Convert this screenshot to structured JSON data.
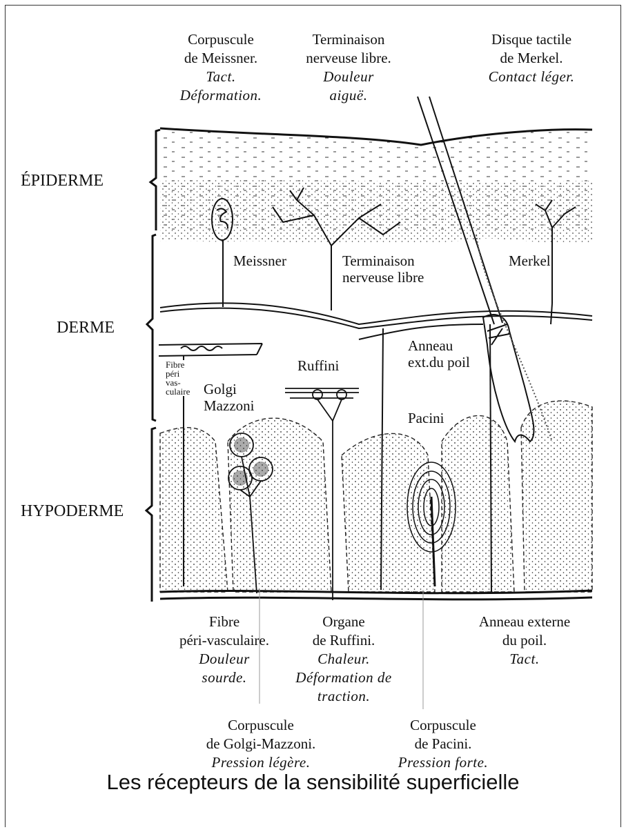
{
  "title": "Les récepteurs de la sensibilité superficielle",
  "layers": {
    "epidermis": "ÉPIDERME",
    "dermis": "DERME",
    "hypodermis": "HYPODERME"
  },
  "top_captions": {
    "meissner": [
      "Corpuscule",
      "de Meissner.",
      "Tact.",
      "Déformation."
    ],
    "free_ending": [
      "Terminaison",
      "nerveuse libre.",
      "Douleur",
      "aiguë."
    ],
    "merkel": [
      "Disque tactile",
      "de Merkel.",
      "Contact léger."
    ]
  },
  "middle_captions": {
    "perivascular": [
      "Fibre",
      "péri-vasculaire.",
      "Douleur",
      "sourde."
    ],
    "ruffini": [
      "Organe",
      "de Ruffini.",
      "Chaleur.",
      "Déformation de",
      "traction."
    ],
    "hair": [
      "Anneau externe",
      "du poil.",
      "Tact."
    ]
  },
  "bottom_captions": {
    "golgi": [
      "Corpuscule",
      "de Golgi-Mazzoni.",
      "Pression légère."
    ],
    "pacini": [
      "Corpuscule",
      "de Pacini.",
      "Pression forte."
    ]
  },
  "diagram_labels": {
    "meissner": "Meissner",
    "free_ending": [
      "Terminaison",
      "nerveuse libre"
    ],
    "merkel": "Merkel",
    "hair_ring": [
      "Anneau",
      "ext.du poil"
    ],
    "ruffini": "Ruffini",
    "golgi": [
      "Golgi",
      "Mazzoni"
    ],
    "pacini": "Pacini",
    "perivascular": [
      "Fibre",
      "péri",
      "vas-",
      "culaire"
    ]
  }
}
